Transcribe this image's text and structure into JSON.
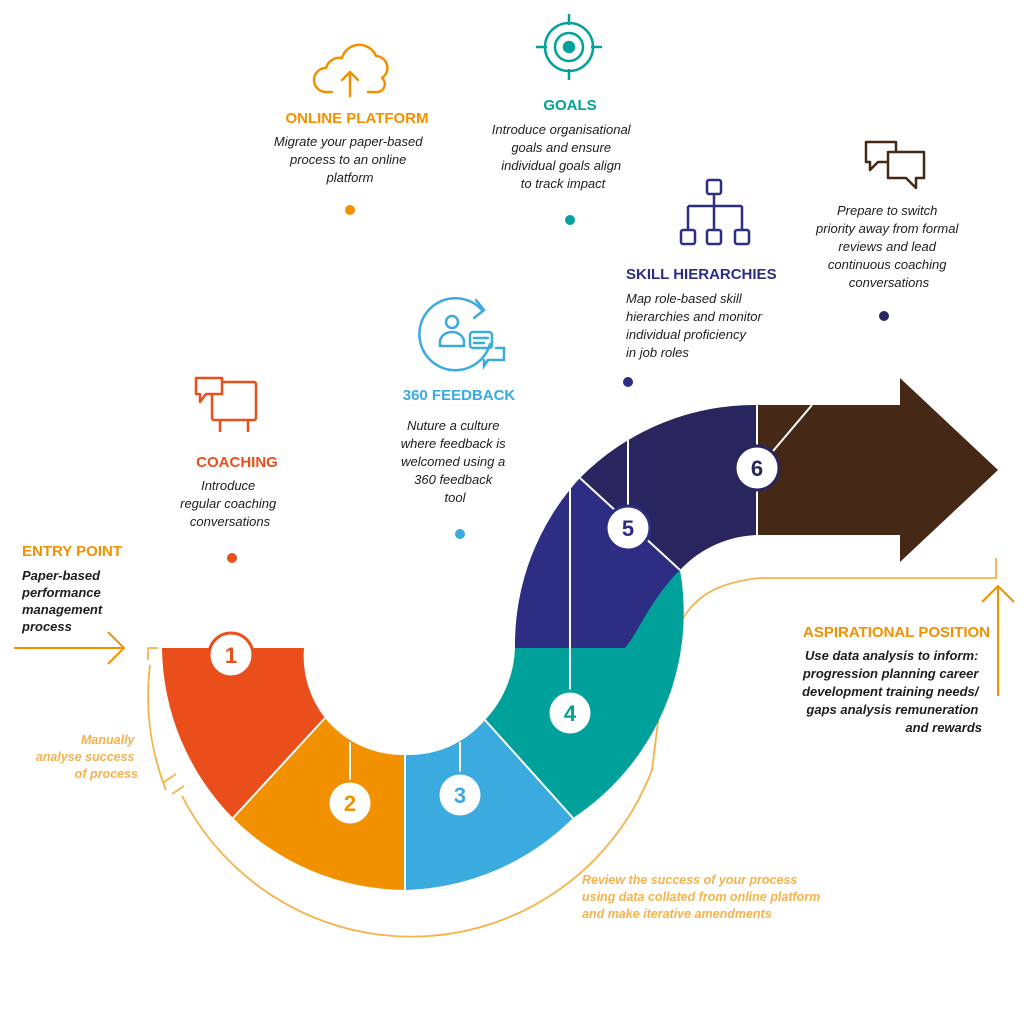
{
  "colors": {
    "step1": "#e94e1b",
    "step2": "#f29100",
    "step3": "#3aaadf",
    "step4": "#00a19a",
    "step5": "#2d2e83",
    "step6": "#29255e",
    "arrow": "#452816",
    "entry": "#f29100",
    "feedback_loop": "#f6b24a",
    "dark_text": "#1d1d1b"
  },
  "entry": {
    "title": "ENTRY POINT",
    "text_lines": [
      "Paper-based",
      "performance",
      "management",
      "process"
    ]
  },
  "steps": [
    {
      "number": "1",
      "title": "COACHING",
      "icon": "flipchart-speech-icon",
      "text_lines": [
        "Introduce",
        "regular coaching",
        "conversations"
      ]
    },
    {
      "number": "2",
      "title": "ONLINE PLATFORM",
      "icon": "cloud-upload-icon",
      "text_lines": [
        "Migrate your paper-based",
        "process to an online",
        "platform"
      ]
    },
    {
      "number": "3",
      "title": "360 FEEDBACK",
      "icon": "user-feedback-cycle-icon",
      "text_lines": [
        "Nuture a culture",
        "where feedback is",
        "welcomed using a",
        "360 feedback",
        "tool"
      ]
    },
    {
      "number": "4",
      "title": "GOALS",
      "icon": "target-icon",
      "text_lines": [
        "Introduce organisational",
        "goals and ensure",
        "individual goals align",
        "to track impact"
      ]
    },
    {
      "number": "5",
      "title": "SKILL HIERARCHIES",
      "icon": "org-chart-icon",
      "text_lines": [
        "Map role-based skill",
        "hierarchies and monitor",
        "individual proficiency",
        "in job roles"
      ]
    },
    {
      "number": "6",
      "title": "",
      "icon": "chat-bubbles-icon",
      "text_lines": [
        "Prepare to switch",
        "priority away from formal",
        "reviews and lead",
        "continuous coaching",
        "conversations"
      ]
    }
  ],
  "aspirational": {
    "title": "ASPIRATIONAL POSITION",
    "text_lines": [
      "Use data analysis to inform:",
      "progression planning career",
      "development training needs/",
      "gaps analysis remuneration",
      "and rewards"
    ]
  },
  "feedback_loops": {
    "manual_lines": [
      "Manually",
      "analyse success",
      "of process"
    ],
    "review_lines": [
      "Review the success of your process",
      "using data collated from online platform",
      "and make iterative amendments"
    ]
  }
}
